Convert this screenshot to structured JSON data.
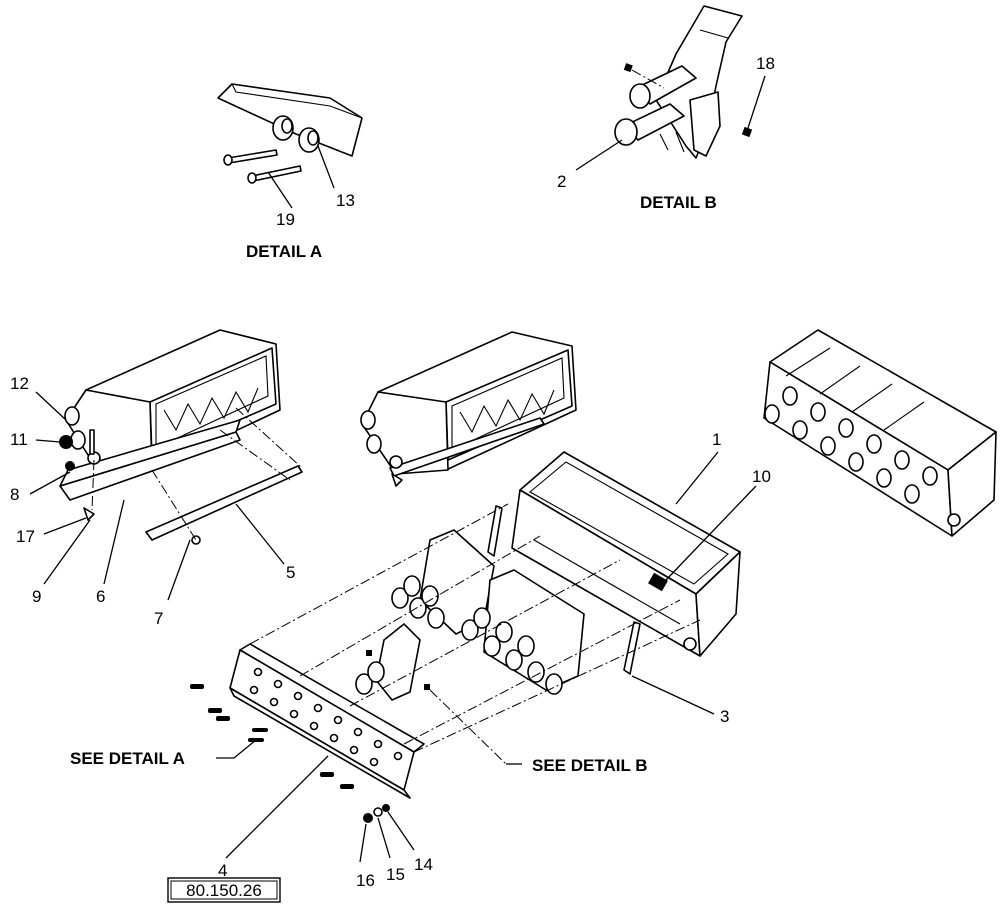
{
  "detail_a": {
    "title": "DETAIL  A",
    "callouts": {
      "c13": "13",
      "c19": "19"
    }
  },
  "detail_b": {
    "title": "DETAIL  B",
    "callouts": {
      "c18": "18",
      "c2": "2"
    }
  },
  "main": {
    "callouts": {
      "c1": "1",
      "c3": "3",
      "c4": "4",
      "c5": "5",
      "c6": "6",
      "c7": "7",
      "c8": "8",
      "c9": "9",
      "c10": "10",
      "c11": "11",
      "c12": "12",
      "c14": "14",
      "c15": "15",
      "c16": "16",
      "c17": "17"
    },
    "see_detail_a": "SEE DETAIL  A",
    "see_detail_b": "SEE DETAIL  B"
  },
  "page_ref": "80.150.26"
}
